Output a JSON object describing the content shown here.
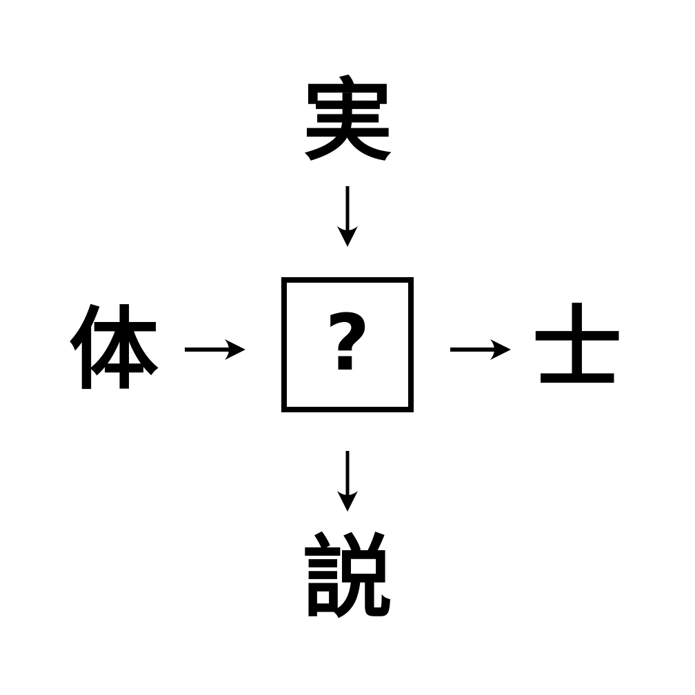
{
  "puzzle": {
    "top_kanji": "実",
    "left_kanji": "体",
    "right_kanji": "士",
    "bottom_kanji": "説",
    "center_placeholder": "?"
  },
  "icons": {
    "down_arrow": "arrow-down-icon",
    "right_arrow": "arrow-right-icon"
  },
  "colors": {
    "foreground": "#000000",
    "background": "#ffffff"
  }
}
